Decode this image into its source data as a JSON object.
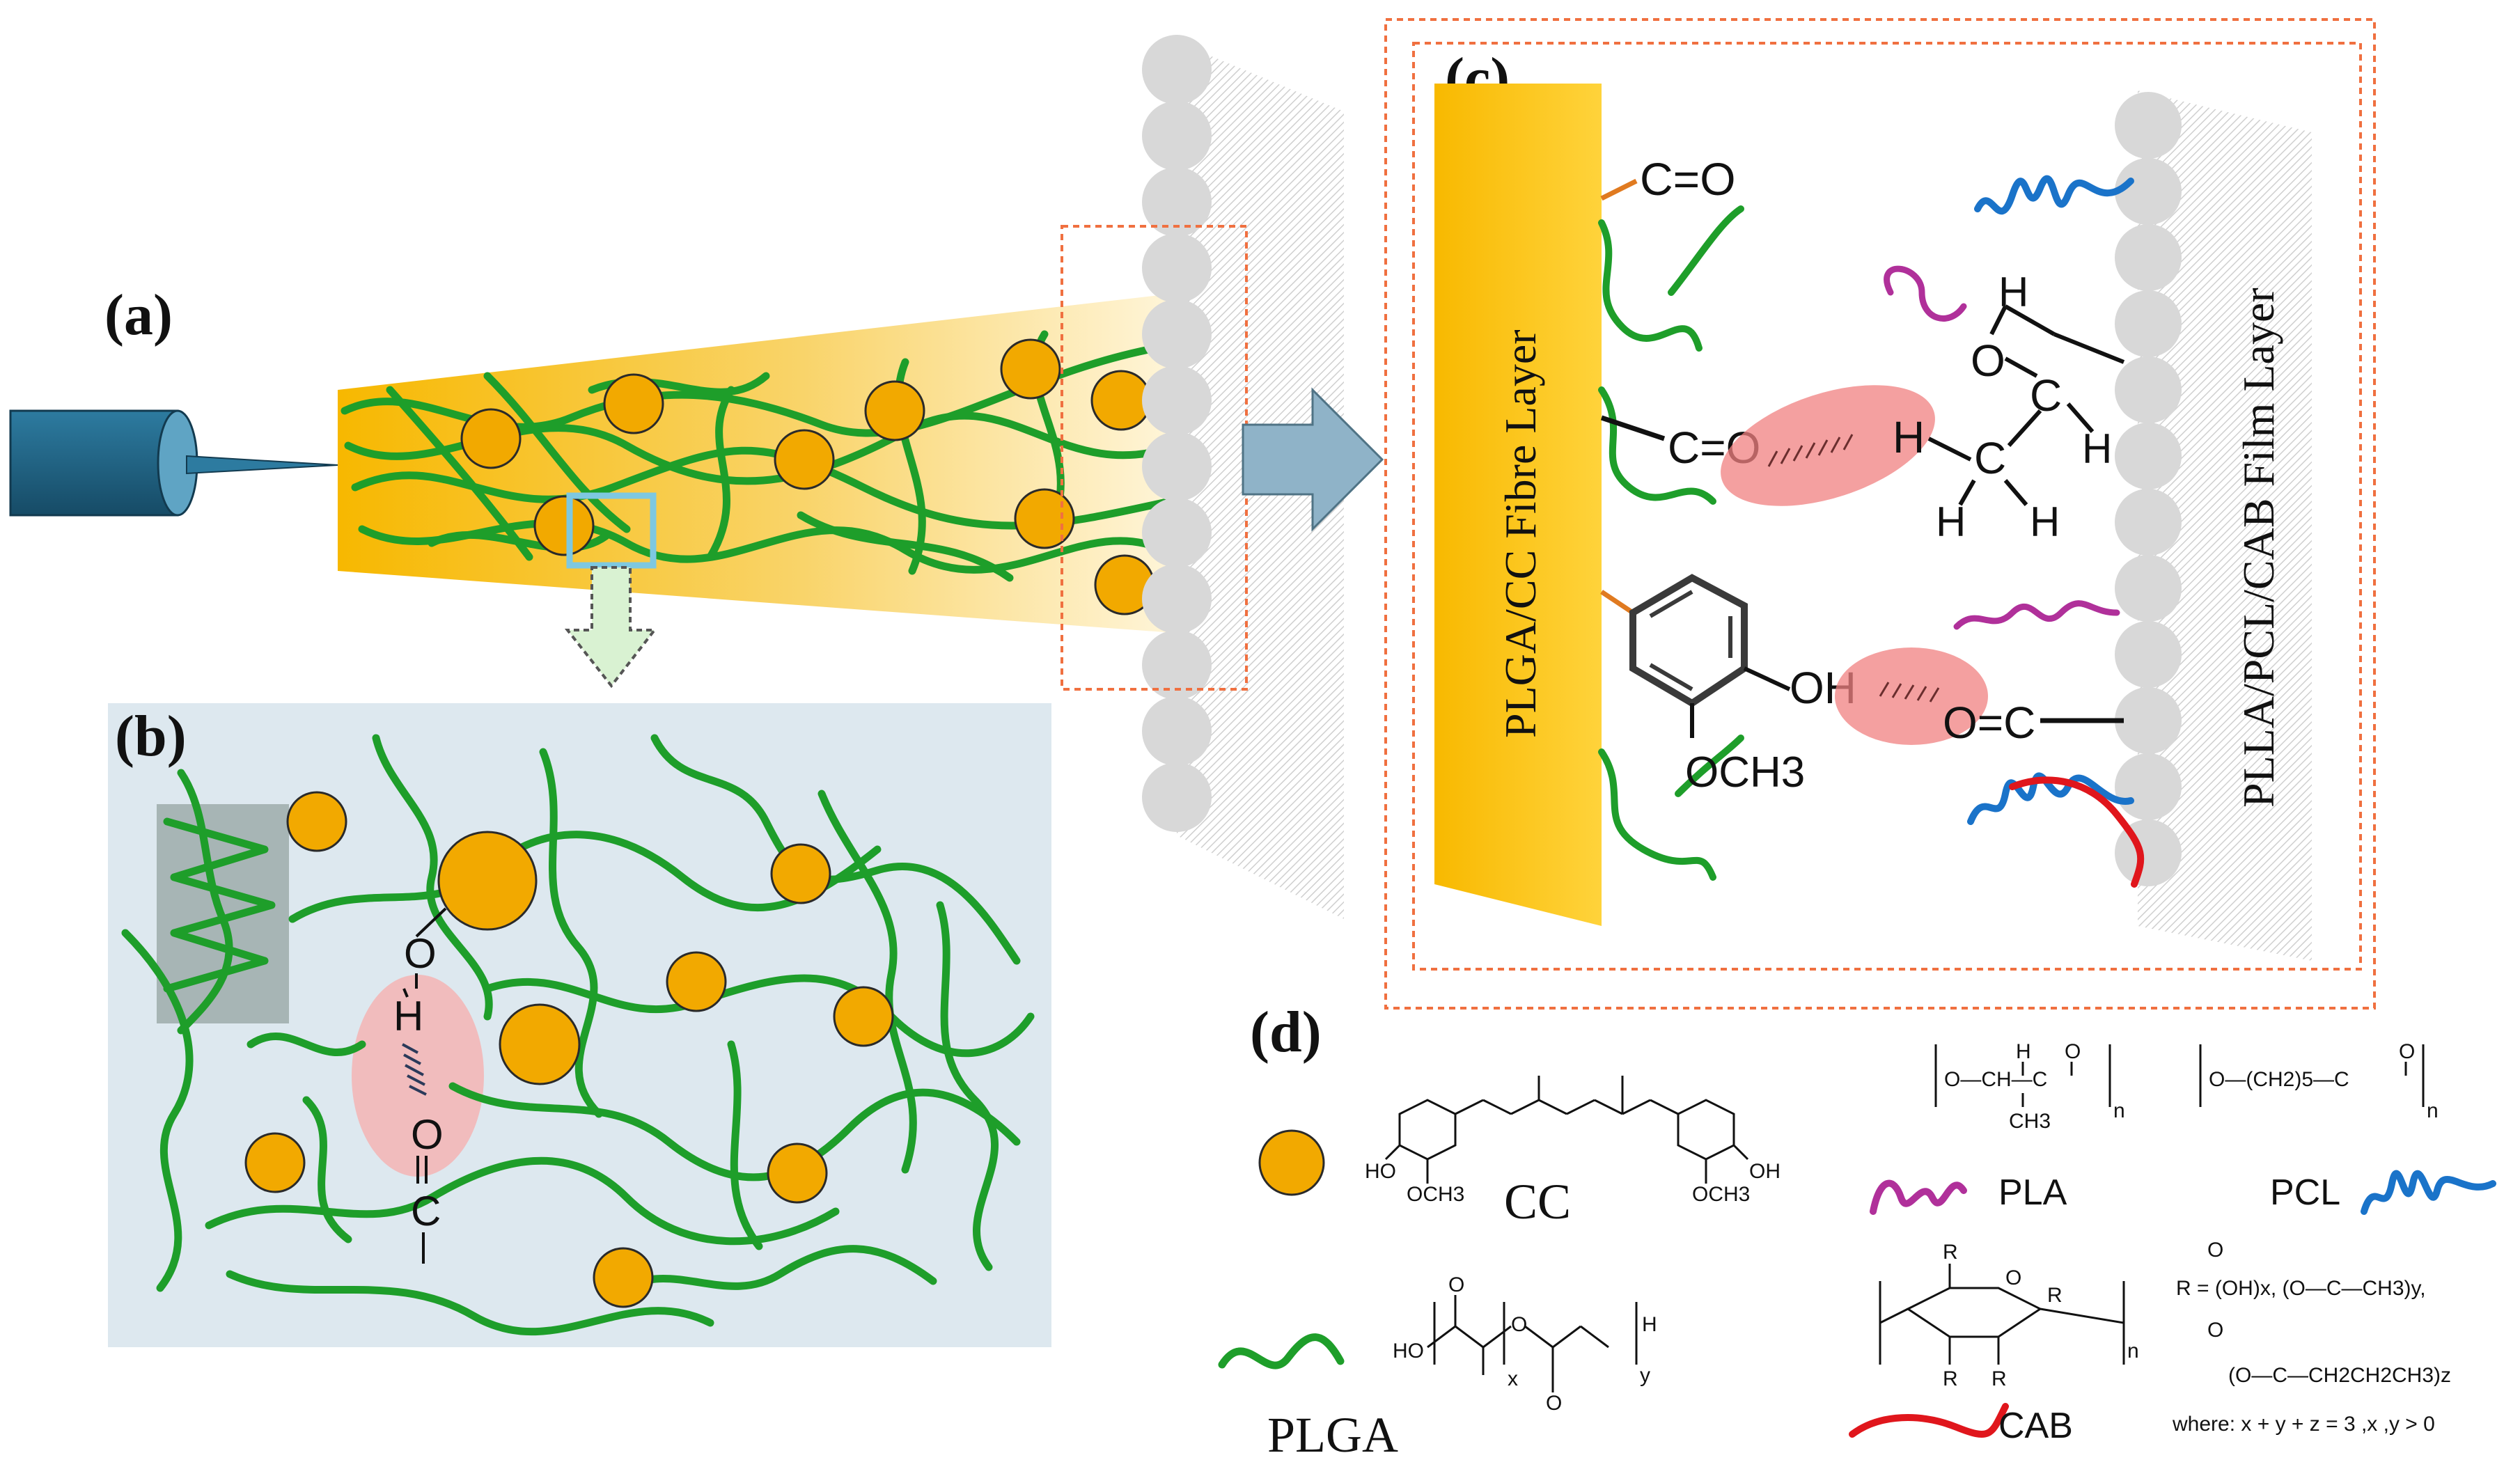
{
  "panels": {
    "a": "(a)",
    "b": "(b)",
    "c": "(c)",
    "d": "(d)"
  },
  "panel_c": {
    "fibre_layer": "PLGA/CC Fibre Layer",
    "film_layer": "PLLA/PCL/CAB Film Layer",
    "carbonyl_top": "C=O",
    "carbonyl_mid": "C=O",
    "h_bond_h": "H",
    "methyl_c": "C",
    "h_left": "H",
    "h_bottom_left": "H",
    "h_bottom_right": "H",
    "h_right": "H",
    "ester_o": "O",
    "ester_c": "C",
    "ester_co": "O=",
    "phenol_oh": "OH",
    "methoxy": "OCH3",
    "carbonyl_bottom": "O=C"
  },
  "panel_b": {
    "o": "O",
    "h": "H",
    "o2": "O",
    "c": "C"
  },
  "legend": {
    "cc_label": "CC",
    "plga_label": "PLGA",
    "pla_label": "PLA",
    "pcl_label": "PCL",
    "cab_label": "CAB",
    "cc_ho": "HO",
    "cc_oh": "OH",
    "cc_och3_left": "OCH3",
    "cc_och3_right": "OCH3",
    "pla_formula": "O—CH—C",
    "pla_ch3": "CH3",
    "pla_h": "H",
    "pla_o": "O",
    "pla_n": "n",
    "pcl_formula": "O—(CH2)5—C",
    "pcl_o": "O",
    "pcl_n": "n",
    "plga_ho": "HO",
    "plga_h": "H",
    "plga_x": "x",
    "plga_y": "y",
    "plga_o1": "O",
    "plga_o2": "O",
    "plga_o3": "O",
    "cab_r1": "R",
    "cab_r2": "R",
    "cab_r3": "R",
    "cab_r4": "R",
    "cab_o": "O",
    "cab_n": "n",
    "cab_r_def1": "R = (OH)x, (O—C—CH3)y,",
    "cab_r_def2": "(O—C—CH2CH2CH3)z",
    "cab_r_def3": "where: x + y + z = 3 ,x ,y > 0",
    "cab_o_top1": "O",
    "cab_o_top2": "O"
  },
  "colors": {
    "fiber_green": "#1e9e2a",
    "particle_orange": "#f2a900",
    "fibre_layer_yellow": "#f9c000",
    "nozzle_blue": "#1b5e7e",
    "pla_magenta": "#b0309a",
    "pcl_blue": "#1a73c9",
    "cab_red": "#e0161c",
    "hbond_pink": "#f08080",
    "panel_b_bg": "#dde8ef",
    "dotted_orange": "#f07040"
  }
}
